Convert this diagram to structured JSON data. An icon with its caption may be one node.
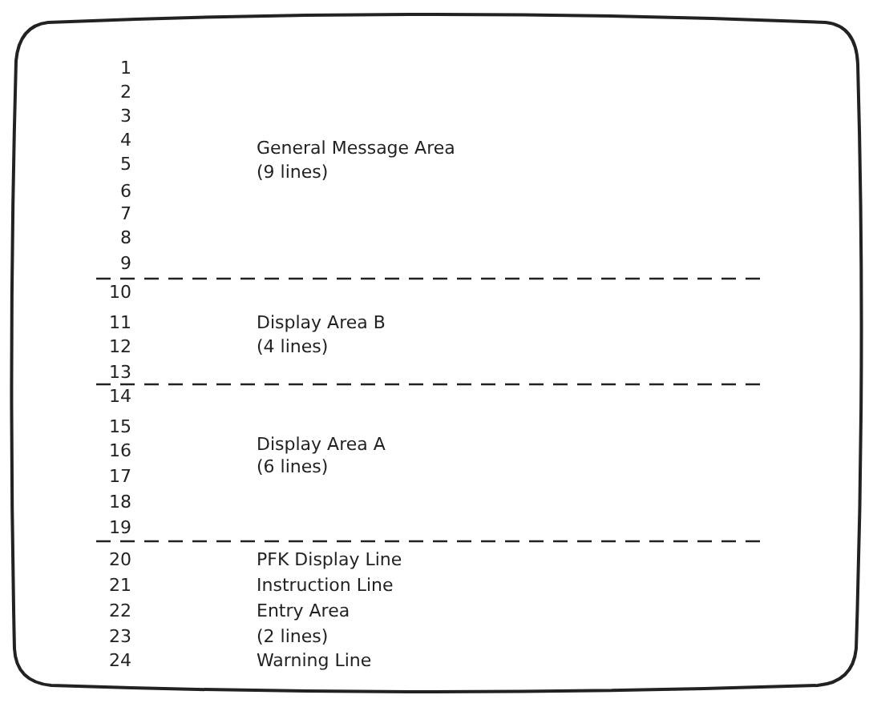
{
  "diagram": {
    "labels": [
      "1",
      "2",
      "3",
      "4",
      "General Message Area",
      "5",
      "(9 lines)",
      "6",
      "7",
      "8",
      "9",
      "10",
      "11",
      "Display Area B",
      "12",
      "(4 lines)",
      "13",
      "14",
      "15",
      "16",
      "Display Area A",
      "(6 lines)",
      "17",
      "18",
      "19",
      "20",
      "PFK Display Line",
      "21",
      "Instruction Line",
      "22",
      "Entry Area",
      "23",
      "(2 lines)",
      "24",
      "Warning Line"
    ]
  }
}
